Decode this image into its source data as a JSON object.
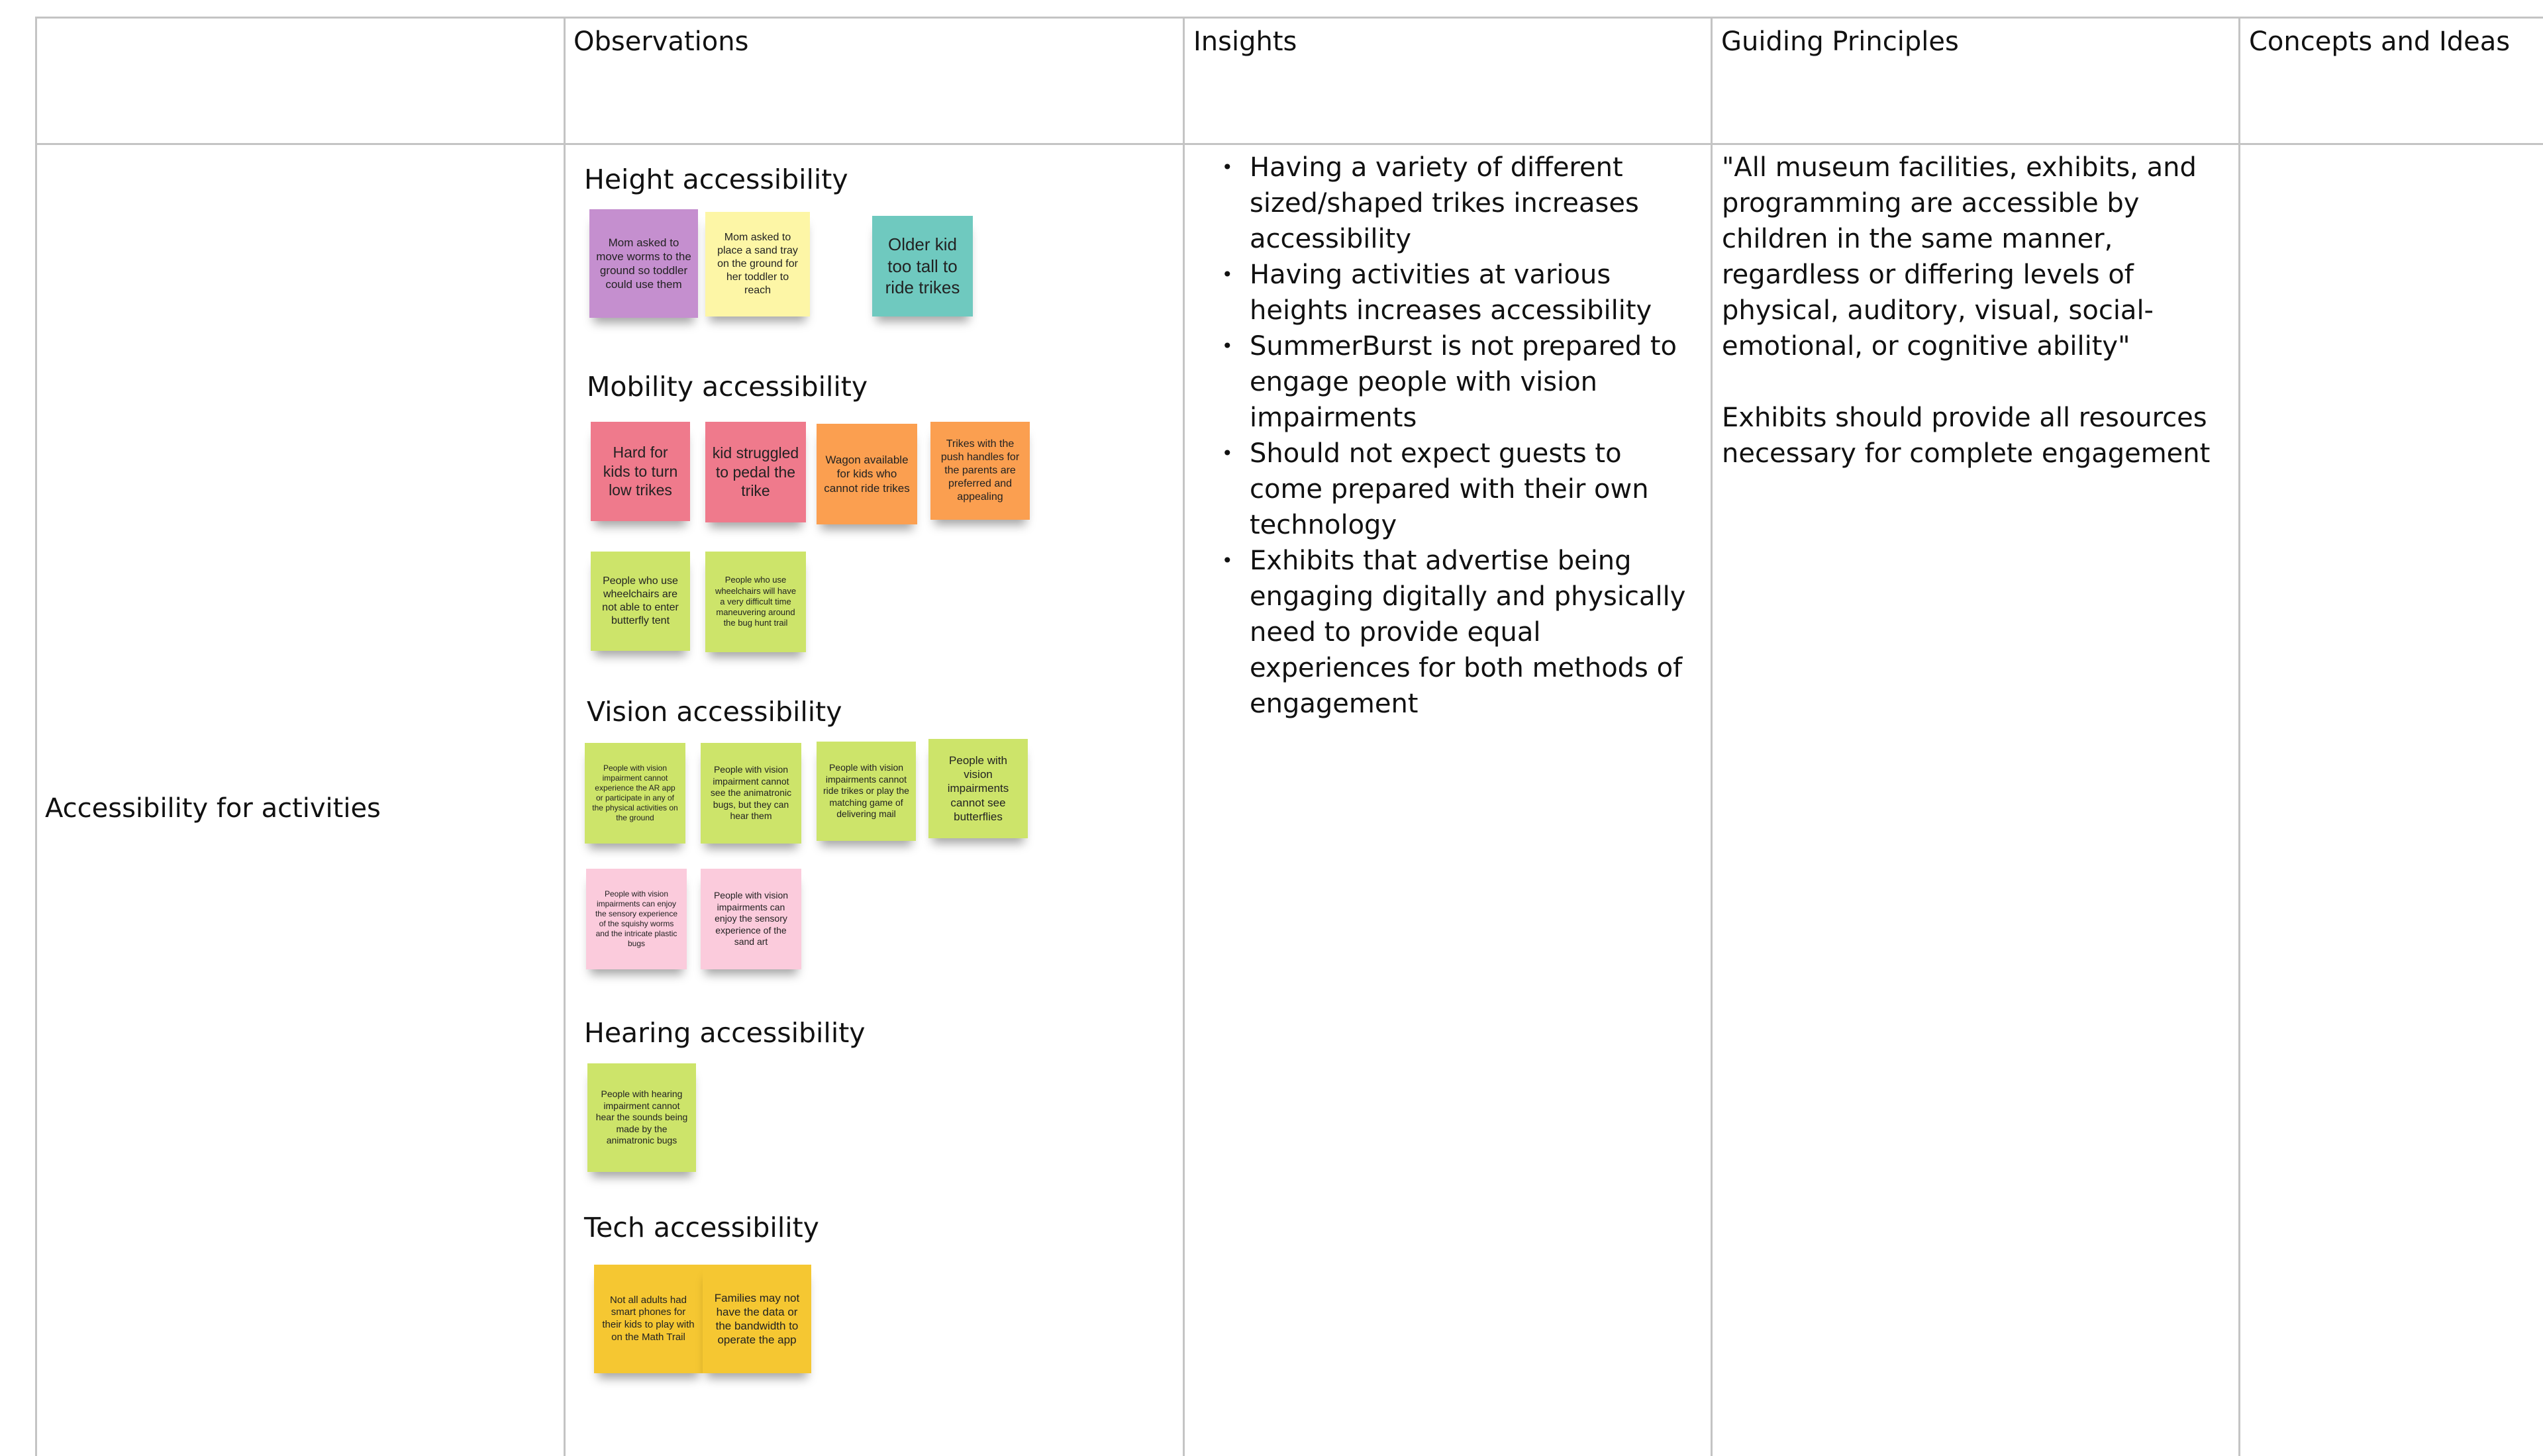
{
  "headers": {
    "observations": "Observations",
    "insights": "Insights",
    "guiding_principles": "Guiding Principles",
    "concepts": "Concepts and Ideas"
  },
  "row": {
    "label": "Accessibility for activities"
  },
  "groups": {
    "height": {
      "title": "Height accessibility",
      "notes": [
        {
          "text": "Mom asked to move worms to the ground so toddler could use them",
          "color": "#c58fcf"
        },
        {
          "text": "Mom asked to place a sand tray on the ground for her toddler to reach",
          "color": "#fdf6a6"
        },
        {
          "text": "Older kid too tall to ride trikes",
          "color": "#6fc9bf"
        }
      ]
    },
    "mobility": {
      "title": "Mobility accessibility",
      "notes": [
        {
          "text": "Hard for kids to turn low trikes",
          "color": "#ef7a8c"
        },
        {
          "text": "kid struggled to pedal the trike",
          "color": "#ef7a8c"
        },
        {
          "text": "Wagon available for kids who cannot ride trikes",
          "color": "#fb9f50"
        },
        {
          "text": "Trikes with the push handles for the parents are preferred and appealing",
          "color": "#fb9f50"
        },
        {
          "text": "People who use wheelchairs are not able to enter butterfly tent",
          "color": "#cde46a"
        },
        {
          "text": "People who use wheelchairs will have a very difficult time maneuvering around the bug hunt trail",
          "color": "#cde46a"
        }
      ]
    },
    "vision": {
      "title": "Vision accessibility",
      "notes": [
        {
          "text": "People with vision impairment cannot experience the AR app or participate in any of the physical activities on the ground",
          "color": "#cde46a"
        },
        {
          "text": "People with vision impairment cannot see the animatronic bugs, but they can hear them",
          "color": "#cde46a"
        },
        {
          "text": "People with vision impairments cannot ride trikes or play the matching game of delivering mail",
          "color": "#cde46a"
        },
        {
          "text": "People with vision impairments cannot see butterflies",
          "color": "#cde46a"
        },
        {
          "text": "People with vision impairments can enjoy the sensory experience of the squishy worms and the intricate plastic bugs",
          "color": "#fbcbdc"
        },
        {
          "text": "People with vision impairments can enjoy the sensory experience of the sand art",
          "color": "#fbcbdc"
        }
      ]
    },
    "hearing": {
      "title": "Hearing accessibility",
      "notes": [
        {
          "text": "People with hearing impairment cannot hear the sounds being made by the animatronic bugs",
          "color": "#cde46a"
        }
      ]
    },
    "tech": {
      "title": "Tech accessibility",
      "notes": [
        {
          "text": "Not all adults had smart phones for their kids to play with on the Math Trail",
          "color": "#f5c732"
        },
        {
          "text": "Families may not have the data or the bandwidth to operate the app",
          "color": "#f5c732"
        }
      ]
    }
  },
  "insights": [
    "Having a variety of different sized/shaped trikes increases accessibility",
    "Having activities at various heights increases accessibility",
    "SummerBurst is not prepared to engage people with vision impairments",
    "Should not expect guests to come prepared with their own technology",
    "Exhibits that advertise being engaging digitally and physically need to provide equal experiences for both methods of engagement"
  ],
  "guiding_principles": [
    "\"All museum facilities, exhibits, and programming are accessible by children in the same manner, regardless or differing levels of physical, auditory, visual, social-emotional, or cognitive ability\"",
    "Exhibits should provide all resources necessary for complete engagement"
  ]
}
